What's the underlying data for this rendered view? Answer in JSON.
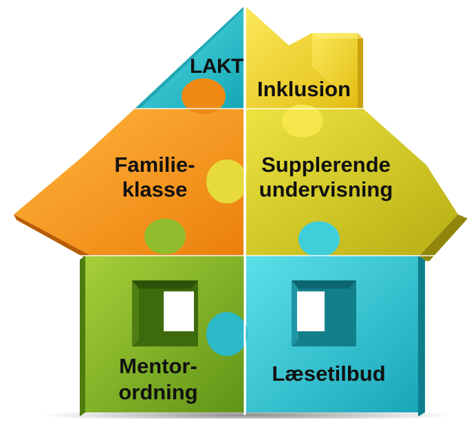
{
  "pieces": {
    "lakt": {
      "label": "LAKT",
      "color": "#2ec3cd"
    },
    "inklusion": {
      "label": "Inklusion",
      "color": "#f0d12a"
    },
    "familieklasse": {
      "line1": "Familie-",
      "line2": "klasse",
      "color": "#f59a1f"
    },
    "supplerende": {
      "line1": "Supplerende",
      "line2": "undervisning",
      "color": "#d2c922"
    },
    "mentorordning": {
      "line1": "Mentor-",
      "line2": "ordning",
      "color": "#86b629"
    },
    "laesetilbud": {
      "label": "Læsetilbud",
      "color": "#36c4d2"
    }
  }
}
